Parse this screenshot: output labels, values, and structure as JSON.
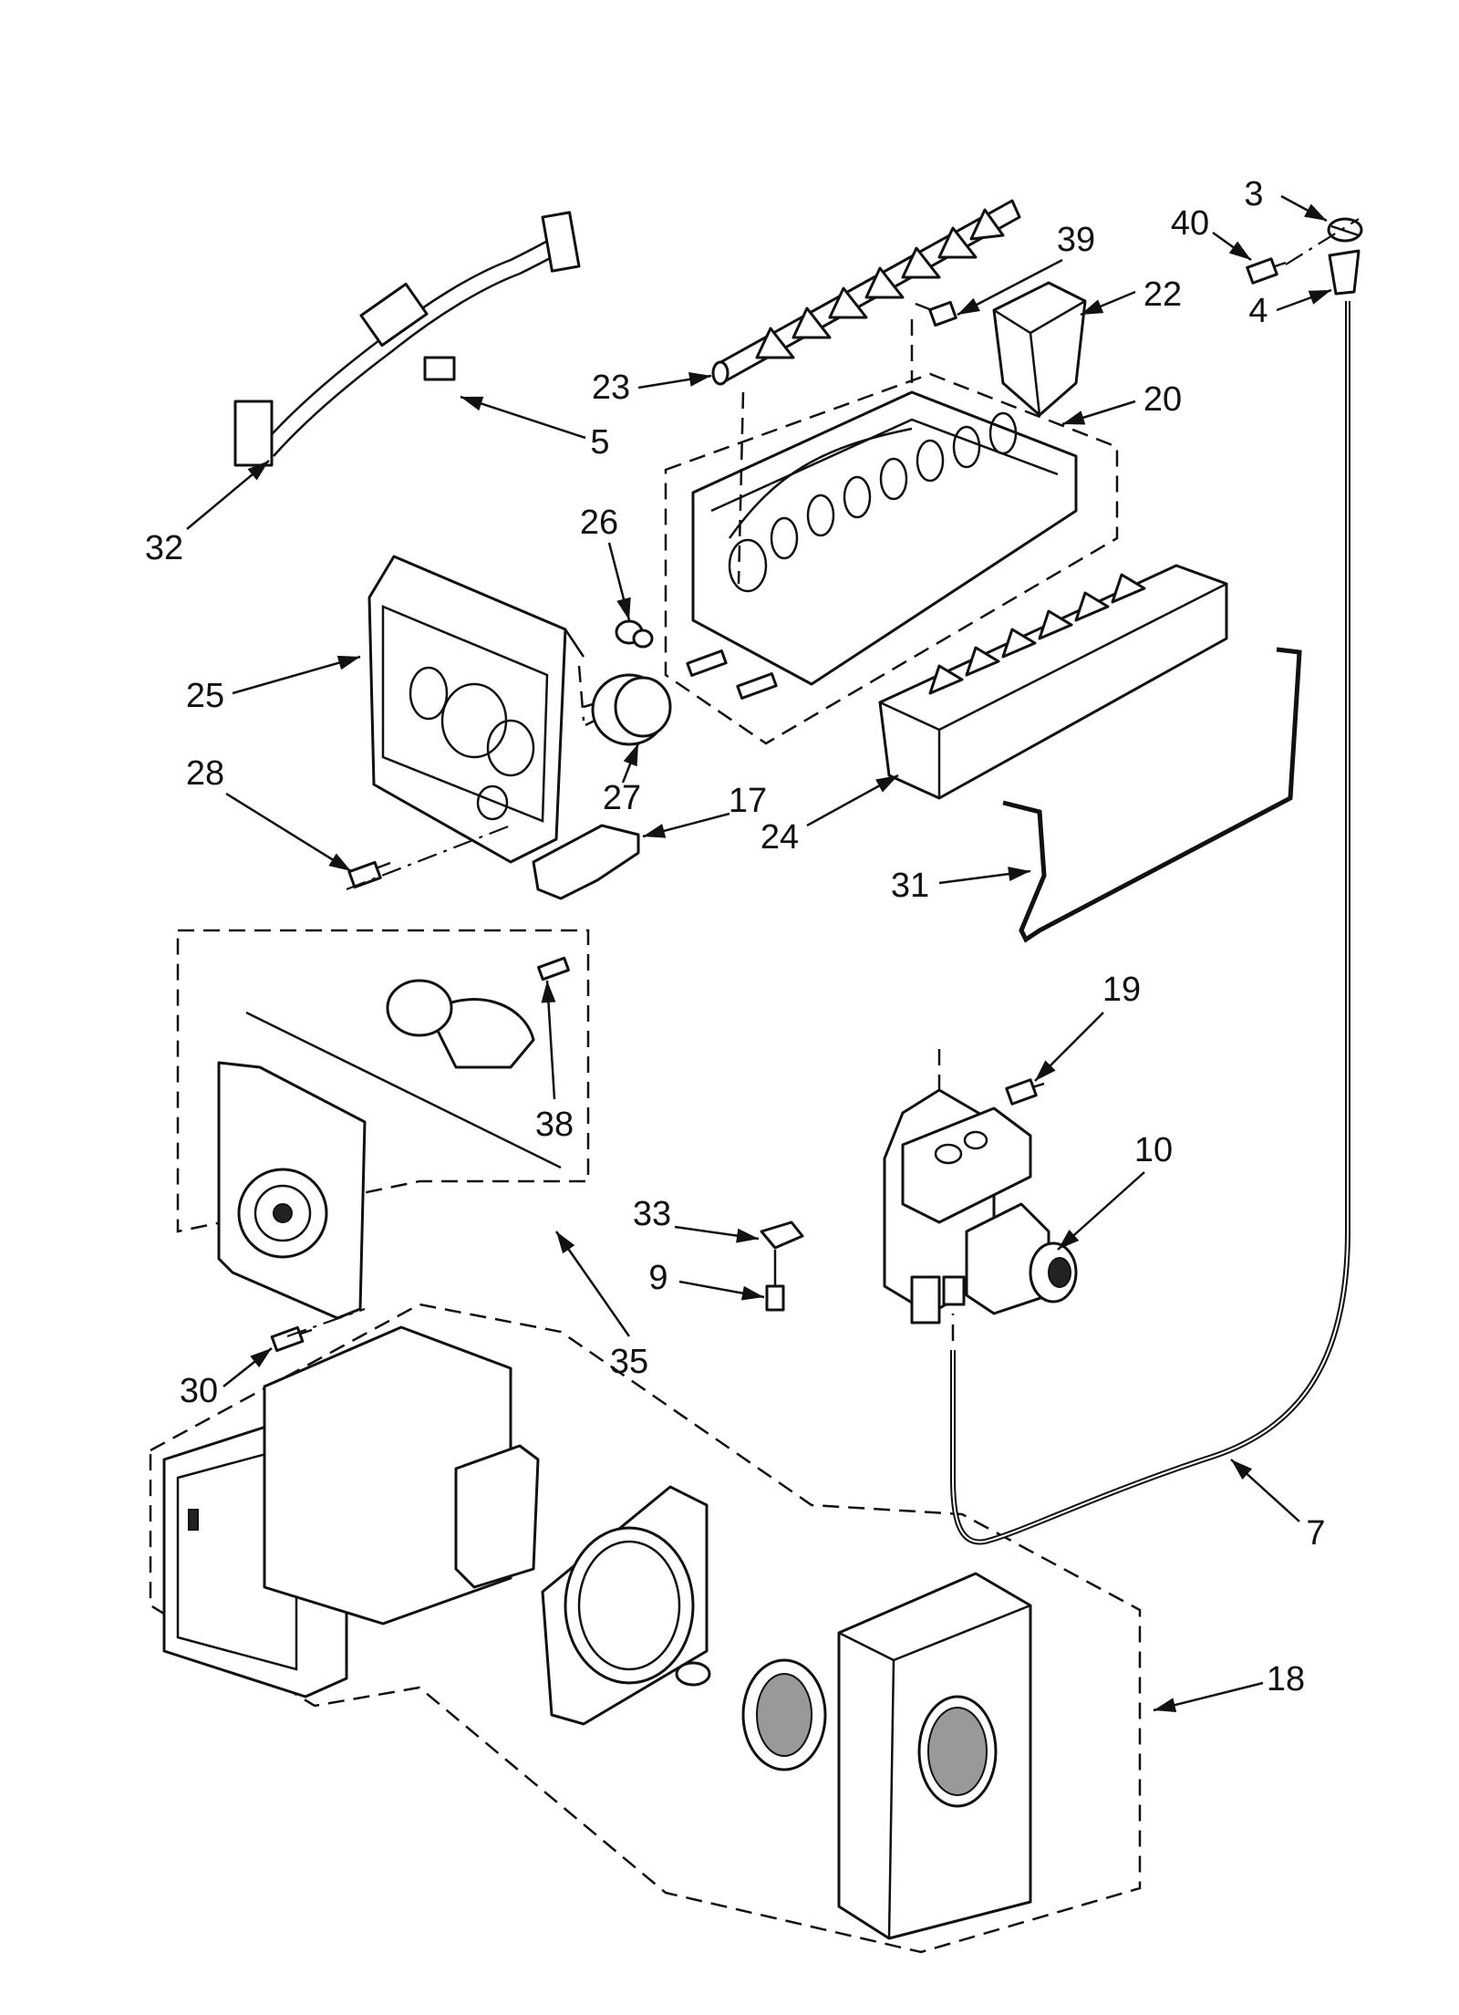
{
  "callouts": [
    {
      "id": "3",
      "text": "3"
    },
    {
      "id": "40",
      "text": "40"
    },
    {
      "id": "4",
      "text": "4"
    },
    {
      "id": "39",
      "text": "39"
    },
    {
      "id": "22",
      "text": "22"
    },
    {
      "id": "23",
      "text": "23"
    },
    {
      "id": "20",
      "text": "20"
    },
    {
      "id": "5",
      "text": "5"
    },
    {
      "id": "32",
      "text": "32"
    },
    {
      "id": "26",
      "text": "26"
    },
    {
      "id": "25",
      "text": "25"
    },
    {
      "id": "28",
      "text": "28"
    },
    {
      "id": "27",
      "text": "27"
    },
    {
      "id": "17",
      "text": "17"
    },
    {
      "id": "24",
      "text": "24"
    },
    {
      "id": "31",
      "text": "31"
    },
    {
      "id": "38",
      "text": "38"
    },
    {
      "id": "35",
      "text": "35"
    },
    {
      "id": "19",
      "text": "19"
    },
    {
      "id": "10",
      "text": "10"
    },
    {
      "id": "33",
      "text": "33"
    },
    {
      "id": "9",
      "text": "9"
    },
    {
      "id": "30",
      "text": "30"
    },
    {
      "id": "7",
      "text": "7"
    },
    {
      "id": "18",
      "text": "18"
    }
  ]
}
